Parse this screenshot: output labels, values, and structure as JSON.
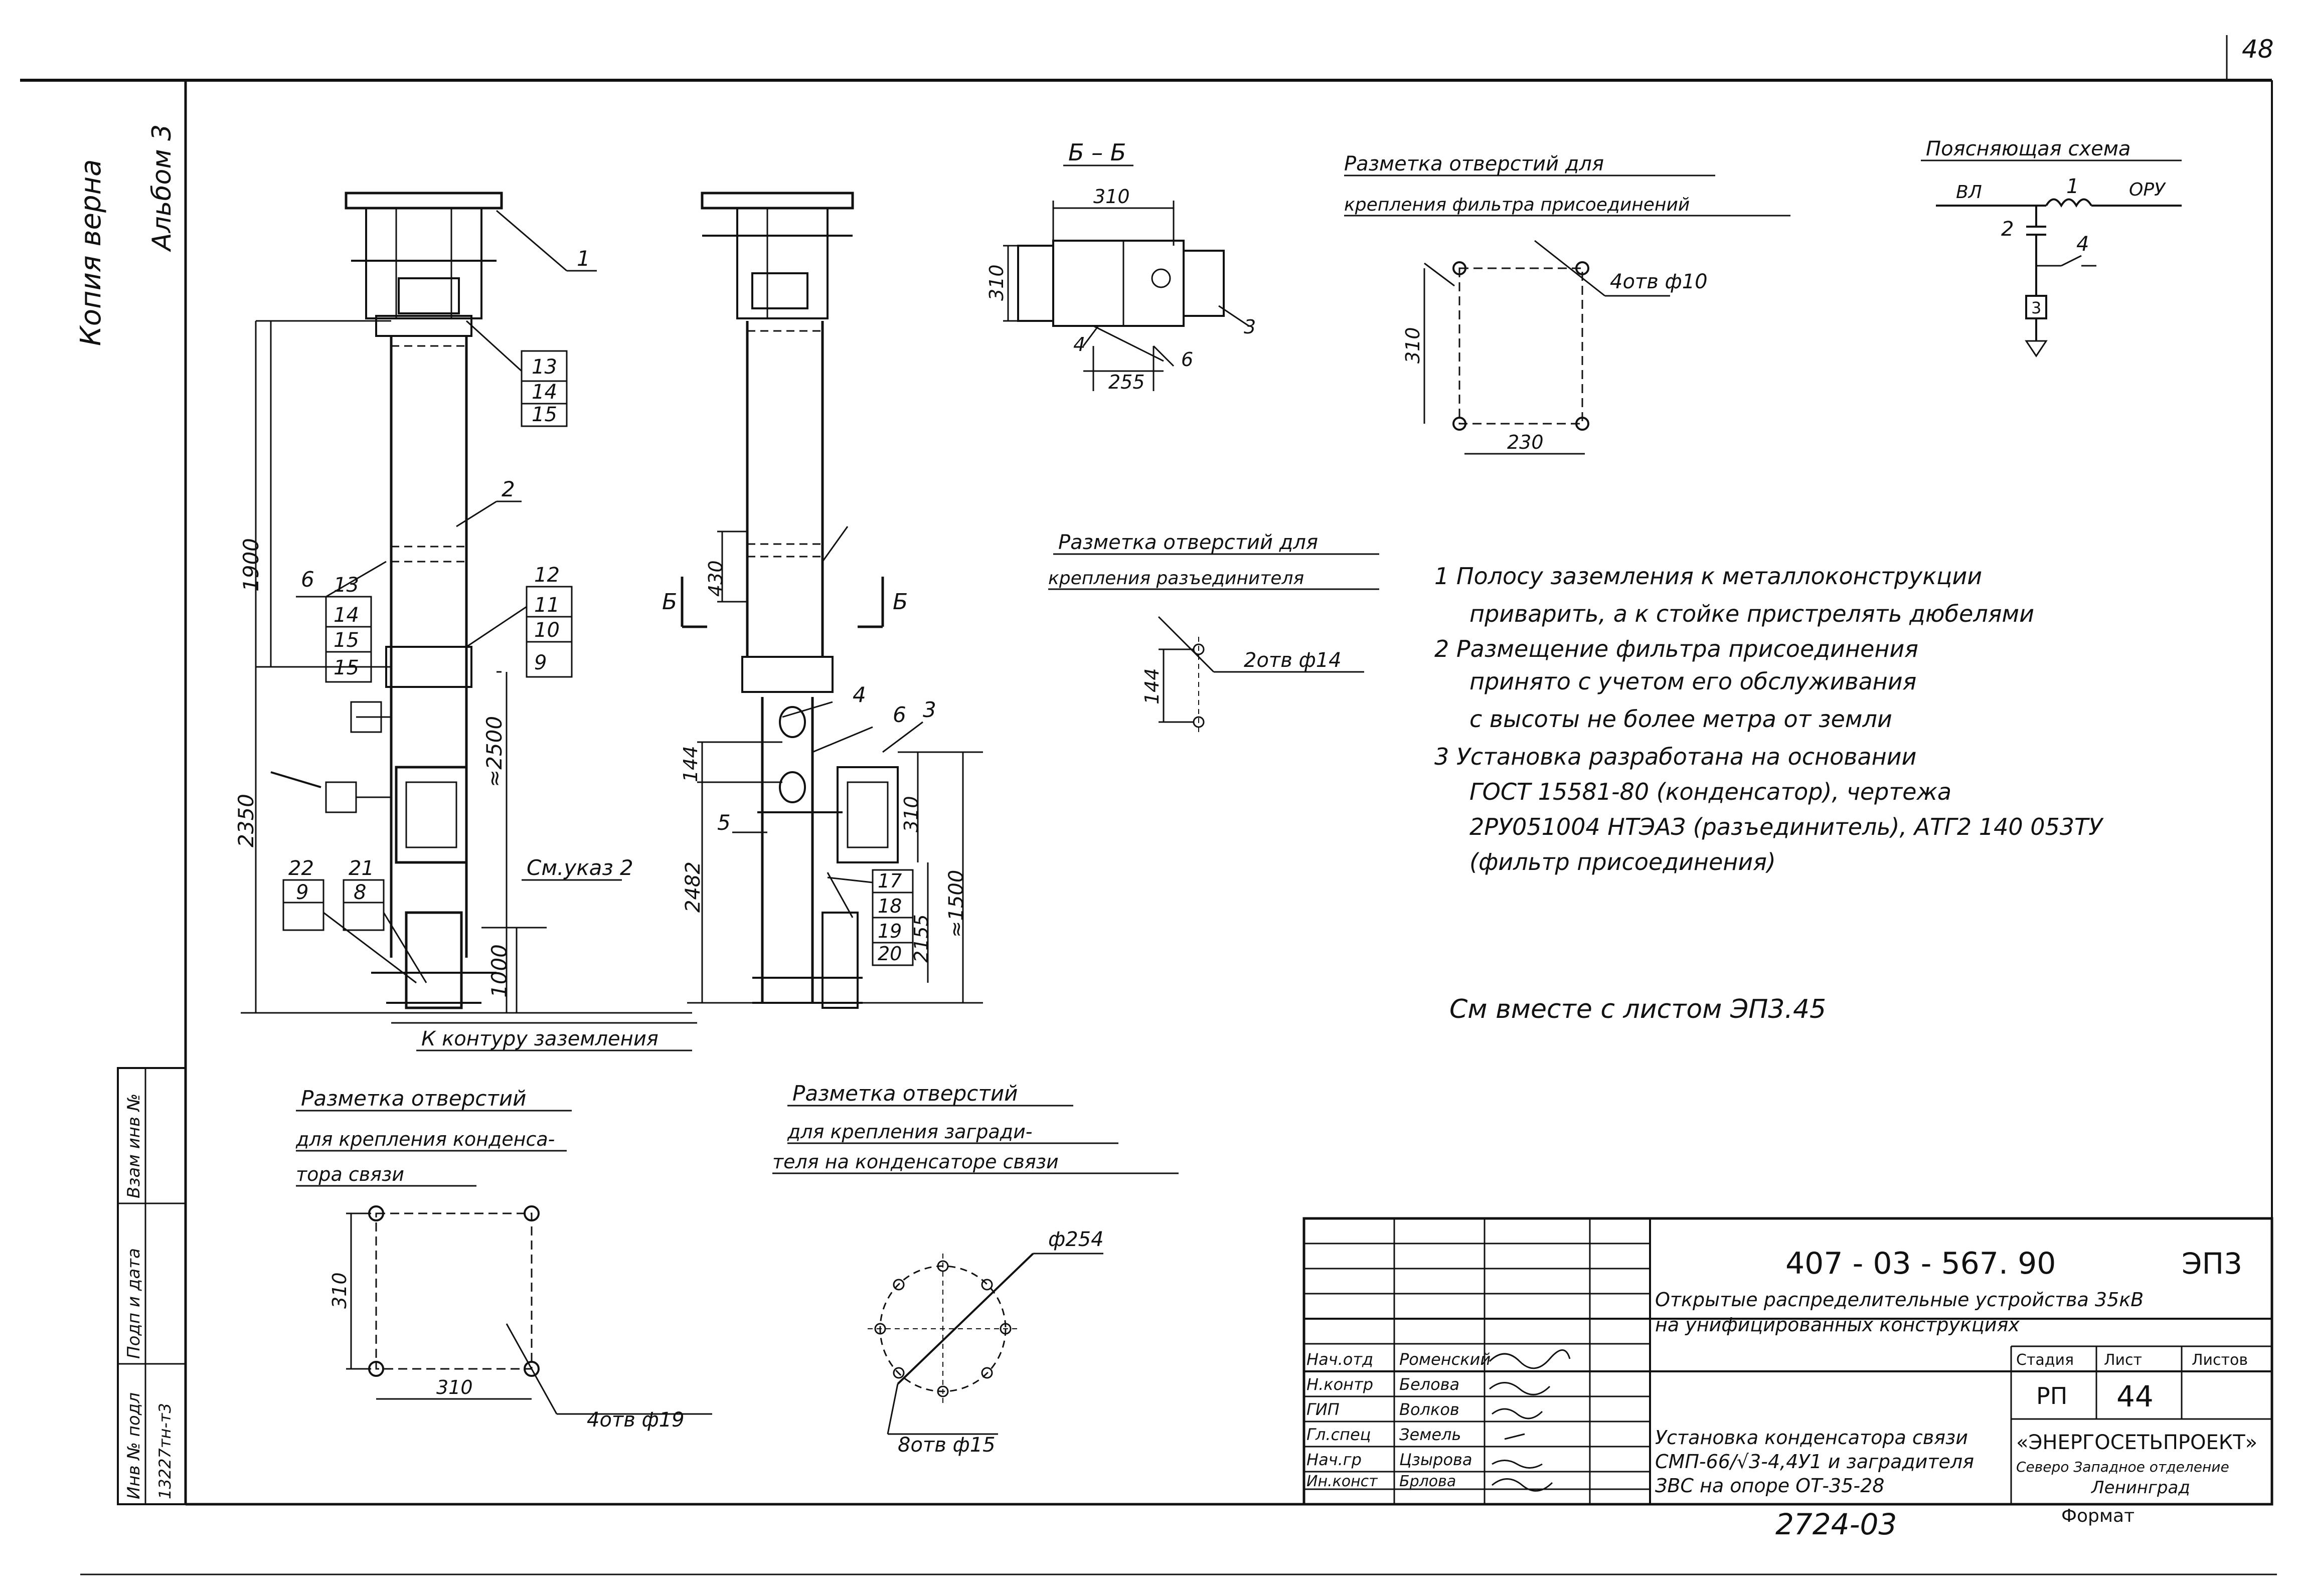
{
  "page_number": "48",
  "margin_left": {
    "copy_note": "Копия верна",
    "album": "Альбом 3"
  },
  "sidebar_stamp": {
    "inv_no_label": "Инв № подл",
    "inv_no_value": "13227тн-т3",
    "sign_date_label": "Подп и дата",
    "replace_label": "Взам инв №"
  },
  "labels": {
    "section_bb": "Б – Б",
    "b_left": "Б",
    "b_right": "Б",
    "ground_contour": "К контуру заземления",
    "see_note": "См.указ 2",
    "holes_filter_1": "Разметка отверстий для",
    "holes_filter_2": "крепления фильтра присоединений",
    "holes_filter_note": "4отв ф10",
    "holes_disc_1": "Разметка отверстий для",
    "holes_disc_2": "крепления разъединителя",
    "holes_disc_note": "2отв ф14",
    "holes_cap_1": "Разметка отверстий",
    "holes_cap_2": "для крепления конденса-",
    "holes_cap_3": "тора связи",
    "holes_cap_note": "4отв ф19",
    "holes_trap_1": "Разметка отверстий",
    "holes_trap_2": "для крепления загради-",
    "holes_trap_3": "теля на конденсаторе связи",
    "holes_trap_diam": "ф254",
    "holes_trap_note": "8отв ф15",
    "scheme_title": "Поясняющая схема",
    "scheme_vl": "ВЛ",
    "scheme_1": "1",
    "scheme_oru": "ОРУ",
    "scheme_2": "2",
    "scheme_3": "3",
    "scheme_4": "4"
  },
  "dims": {
    "d310_bb": "310",
    "d310_bb_v": "310",
    "d255": "255",
    "d310_fh": "310",
    "d230": "230",
    "d1900": "1900",
    "d2350": "2350",
    "d2500": "≈2500",
    "d1000": "1000",
    "d430": "430",
    "d144_a": "144",
    "d144_b": "144",
    "d310_mid": "310",
    "d2482": "2482",
    "d2155": "2155",
    "d1500": "≈1500",
    "d310_cap_v": "310",
    "d310_cap_h": "310"
  },
  "positions": {
    "p1": "1",
    "p2": "2",
    "p3": "3",
    "p4": "4",
    "p5": "5",
    "p6": "6",
    "p6b": "6",
    "p6c": "6",
    "p13": "13",
    "p14": "14",
    "p15": "15",
    "p13b": "13",
    "p14b": "14",
    "p15b": "15",
    "p15c": "15",
    "p12": "12",
    "p11": "11",
    "p10": "10",
    "p9": "9",
    "p22": "22",
    "p9b": "9",
    "p21": "21",
    "p8": "8",
    "p17": "17",
    "p18": "18",
    "p19": "19",
    "p20": "20",
    "p3b": "3",
    "p4b": "4"
  },
  "notes": [
    "1 Полосу заземления к металлоконструкции",
    "приварить, а к стойке пристрелять дюбелями",
    "2 Размещение фильтра присоединения",
    "принято с учетом его обслуживания",
    "с высоты не более метра от земли",
    "3 Установка разработана на основании",
    "ГОСТ 15581-80 (конденсатор), чертежа",
    "2РУ051004 НТЭАЗ (разъединитель), АТГ2 140 053ТУ",
    "(фильтр присоединения)"
  ],
  "see_also": "См вместе с листом ЭП3.45",
  "title_block": {
    "doc_code": "407 - 03 - 567. 90",
    "sheet_code": "ЭП3",
    "project_1": "Открытые распределительные устройства 35кВ",
    "project_2": "на унифицированных конструкциях",
    "stage_label": "Стадия",
    "sheet_label": "Лист",
    "sheets_label": "Листов",
    "stage_value": "РП",
    "sheet_value": "44",
    "sheets_value": "",
    "drawing_1": "Установка конденсатора связи",
    "drawing_2": "СМП-66/√3-4,4У1 и заградителя",
    "drawing_3": "ЗВС на опоре ОТ-35-28",
    "org_1": "«ЭНЕРГОСЕТЬПРОЕКТ»",
    "org_2": "Северо Западное отделение",
    "org_3": "Ленинград",
    "signers": [
      {
        "role": "Нач.отд",
        "name": "Роменский"
      },
      {
        "role": "Н.контр",
        "name": "Белова"
      },
      {
        "role": "ГИП",
        "name": "Волков"
      },
      {
        "role": "Гл.спец",
        "name": "Земель"
      },
      {
        "role": "Нач.гр",
        "name": "Цзырова"
      },
      {
        "role": "Ин.конст",
        "name": "Брлова"
      }
    ],
    "order_no": "2724-03",
    "format_label": "Формат"
  }
}
